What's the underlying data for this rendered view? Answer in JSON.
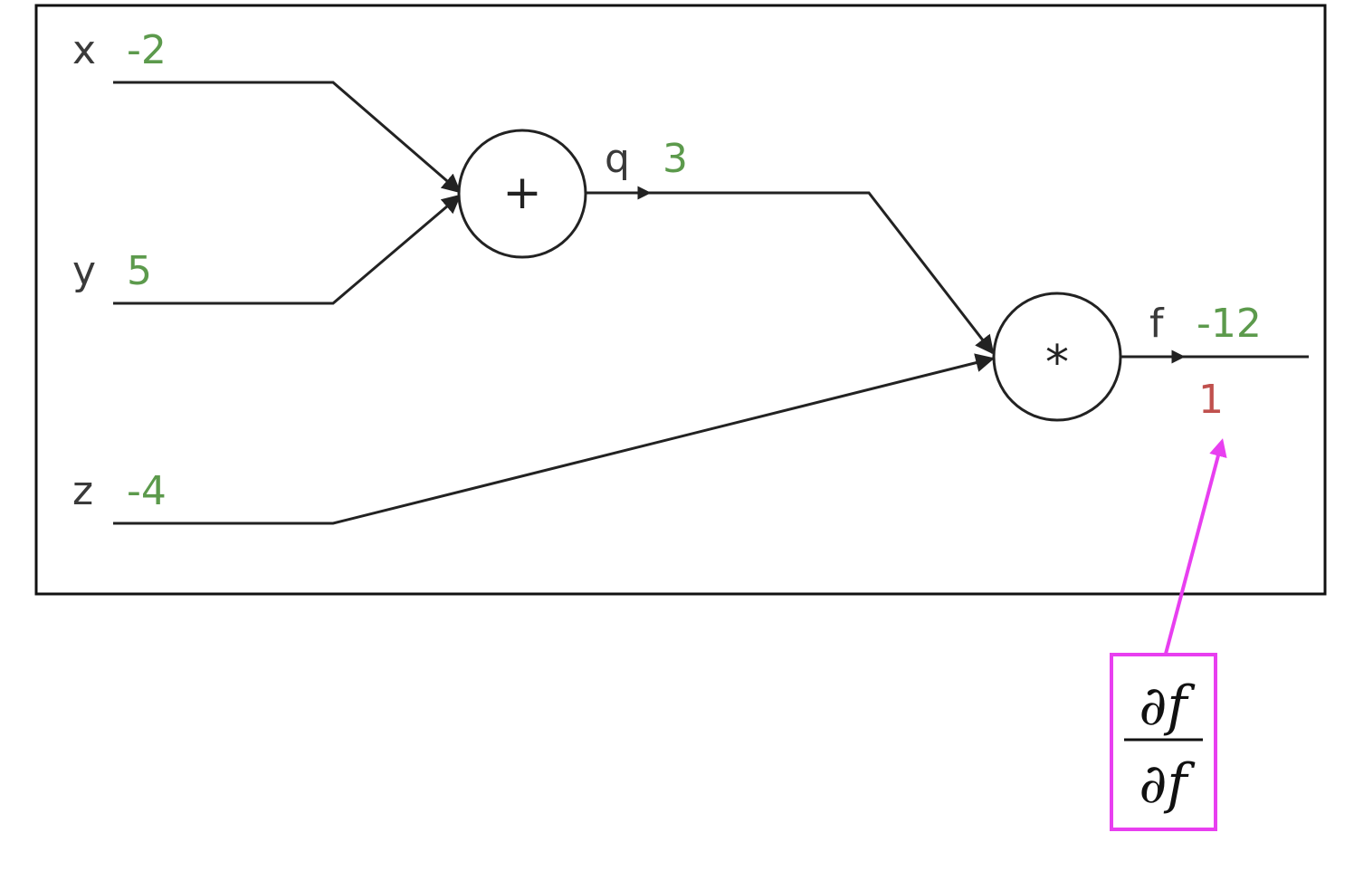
{
  "colors": {
    "forward_value": "#5c9a4c",
    "gradient_value": "#c0504d",
    "annotation": "#e83ff0",
    "frame": "#111111",
    "ink": "#222222"
  },
  "inputs": {
    "x": {
      "name": "x",
      "value": "-2"
    },
    "y": {
      "name": "y",
      "value": "5"
    },
    "z": {
      "name": "z",
      "value": "-4"
    }
  },
  "nodes": {
    "add": {
      "op": "+"
    },
    "mul": {
      "op": "*"
    }
  },
  "intermediate": {
    "q": {
      "name": "q",
      "value": "3"
    }
  },
  "output": {
    "f": {
      "name": "f",
      "value": "-12",
      "gradient": "1"
    }
  },
  "annotation": {
    "numerator": "∂f",
    "denominator": "∂f"
  }
}
